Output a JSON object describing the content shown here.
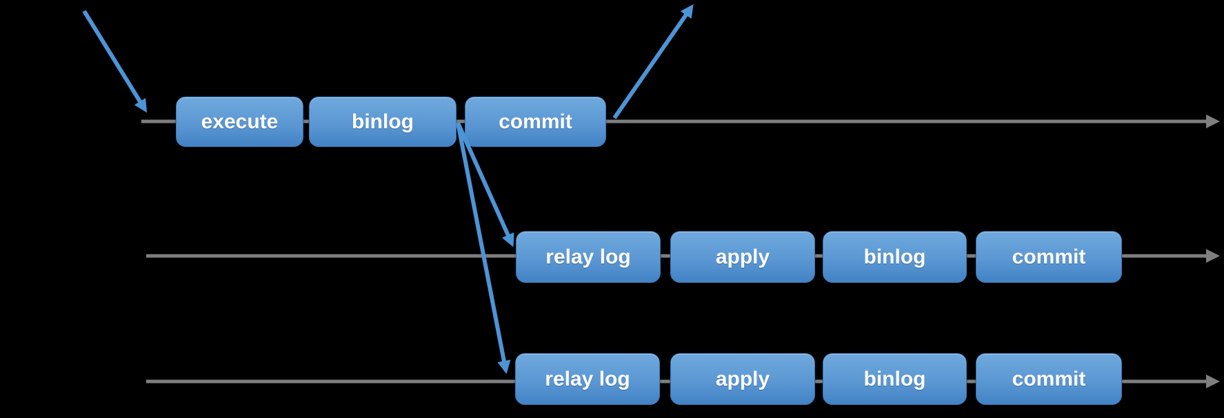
{
  "canvas": {
    "background_color": "#000000"
  },
  "colors": {
    "timeline_gray": "#7f7f7f",
    "arrow_blue": "#4d94d7",
    "box_gradient_top": "#6fa9dd",
    "box_gradient_bottom": "#4283c5",
    "box_border": "#3a76b2",
    "box_text": "#ffffff"
  },
  "timelines": [
    {
      "name": "top-timeline",
      "boxes": [
        {
          "label": "execute"
        },
        {
          "label": "binlog"
        },
        {
          "label": "commit"
        }
      ]
    },
    {
      "name": "middle-timeline",
      "boxes": [
        {
          "label": "relay log"
        },
        {
          "label": "apply"
        },
        {
          "label": "binlog"
        },
        {
          "label": "commit"
        }
      ]
    },
    {
      "name": "bottom-timeline",
      "boxes": [
        {
          "label": "relay log"
        },
        {
          "label": "apply"
        },
        {
          "label": "binlog"
        },
        {
          "label": "commit"
        }
      ]
    }
  ]
}
